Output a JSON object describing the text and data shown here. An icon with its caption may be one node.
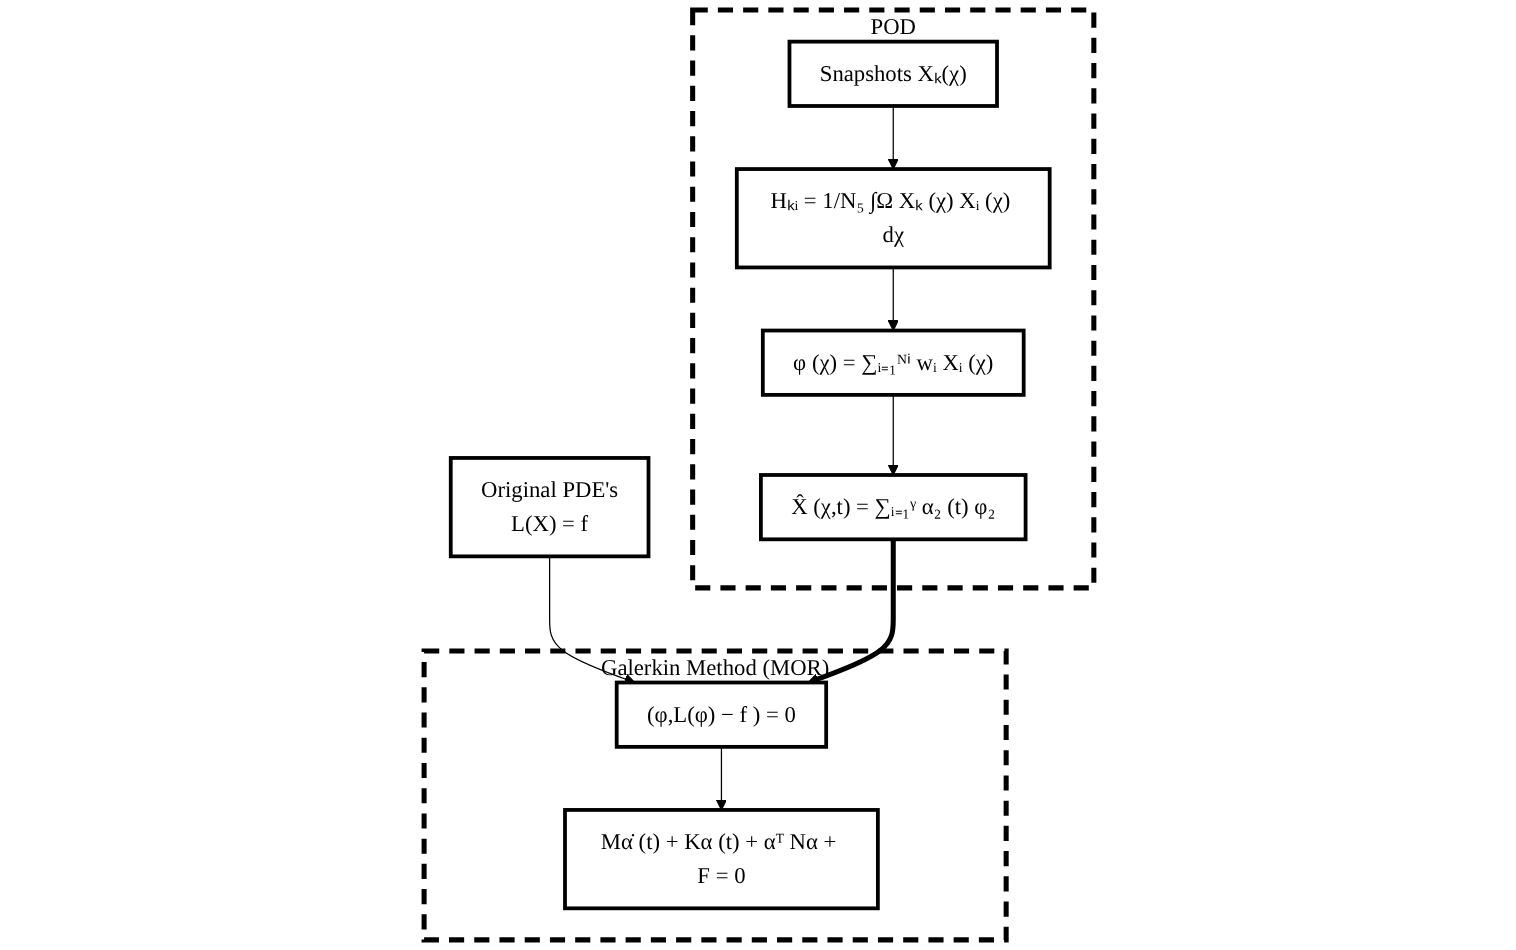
{
  "diagram": {
    "nodes": [
      {
        "text": [
          "Original PDE's",
          "L(X) = f"
        ]
      },
      {
        "text": [
          "Galerkin Method (MOR)"
        ]
      },
      {
        "text": [
          "(φ,L(φ) − f ) = 0"
        ],
        "in": 1
      },
      {
        "text": [
          "Mα̇ (t) + Kα (t) + αᵀ Nα + F = 0"
        ],
        "in": 1
      },
      {
        "text": [
          "POD"
        ]
      },
      {
        "text": [
          "Snapshots Xₖ(χ)"
        ],
        "in": 4
      },
      {
        "text": [
          "Hₖᵢ = 1/N₅ ∫Ω Xₖ (χ) Xᵢ (χ) dχ"
        ],
        "in": 4
      },
      {
        "text": [
          "φ (χ) = ∑ᵢ₌₁ᴺⁱ wᵢ Xᵢ (χ)"
        ],
        "in": 4
      },
      {
        "text": [
          "X̂ (χ,t) = ∑ᵢ₌₁ᵞ α₂ (t) φ₂"
        ],
        "in": 4
      }
    ],
    "edges": [
      {
        "from": 0,
        "to": 2,
        "arrow": "to"
      },
      {
        "from": 2,
        "to": 3,
        "arrow": "to"
      },
      {
        "from": 5,
        "to": 6,
        "arrow": "to"
      },
      {
        "from": 6,
        "to": 7,
        "arrow": "to"
      },
      {
        "from": 7,
        "to": 8,
        "arrow": "to"
      },
      {
        "from": 8,
        "to": 2,
        "arrow": "to",
        "style": "thick"
      }
    ]
  }
}
